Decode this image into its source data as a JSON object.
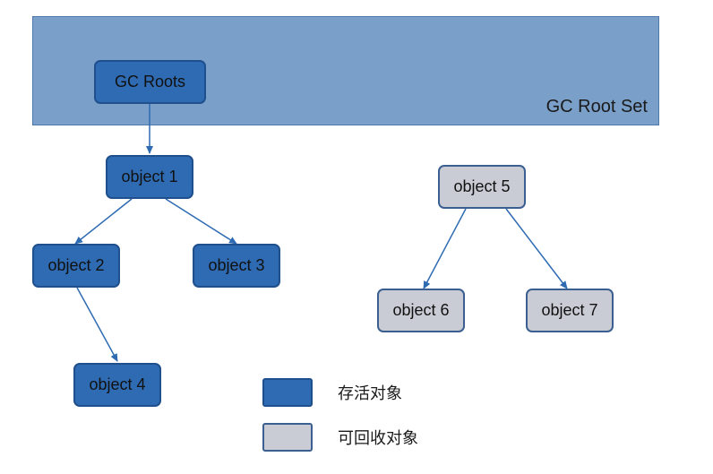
{
  "root_set": {
    "label": "GC Root Set"
  },
  "nodes": {
    "gc_roots": "GC Roots",
    "object1": "object 1",
    "object2": "object 2",
    "object3": "object 3",
    "object4": "object 4",
    "object5": "object 5",
    "object6": "object 6",
    "object7": "object 7"
  },
  "legend": {
    "live_label": "存活对象",
    "collectable_label": "可回收对象"
  },
  "colors": {
    "root_set_fill": "#7a9fc9",
    "live_fill": "#2e6bb3",
    "collectable_fill": "#c9ccd4",
    "edge": "#2e6bb3"
  }
}
